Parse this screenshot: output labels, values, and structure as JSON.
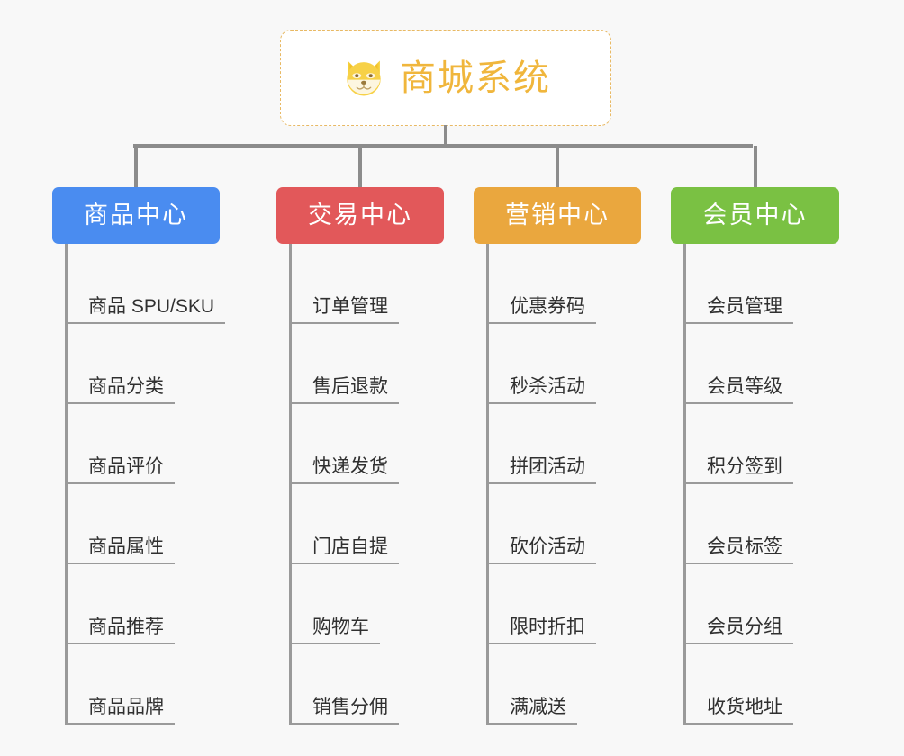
{
  "canvas": {
    "background_color": "#f8f8f8"
  },
  "root": {
    "title": "商城系统",
    "icon": "shiba-dog-face-emoji",
    "text_color": "#f0b63c",
    "border_color": "#e8b964",
    "background_color": "#ffffff"
  },
  "connector": {
    "color": "#8c8c8c"
  },
  "branches": [
    {
      "label": "商品中心",
      "color": "#4a8cf0",
      "items": [
        "商品 SPU/SKU",
        "商品分类",
        "商品评价",
        "商品属性",
        "商品推荐",
        "商品品牌"
      ]
    },
    {
      "label": "交易中心",
      "color": "#e2585a",
      "items": [
        "订单管理",
        "售后退款",
        "快递发货",
        "门店自提",
        "购物车",
        "销售分佣"
      ]
    },
    {
      "label": "营销中心",
      "color": "#eaa73e",
      "items": [
        "优惠券码",
        "秒杀活动",
        "拼团活动",
        "砍价活动",
        "限时折扣",
        "满减送"
      ]
    },
    {
      "label": "会员中心",
      "color": "#7ac143",
      "items": [
        "会员管理",
        "会员等级",
        "积分签到",
        "会员标签",
        "会员分组",
        "收货地址"
      ]
    }
  ]
}
